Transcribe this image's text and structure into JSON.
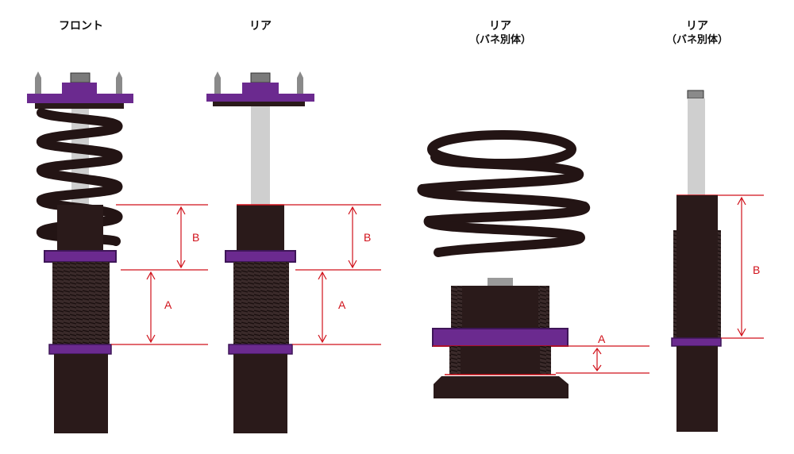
{
  "labels": {
    "front": "フロント",
    "rear": "リア",
    "rear_separate": "リア",
    "rear_separate_sub": "（バネ別体）",
    "rear_separate2": "リア",
    "rear_separate2_sub": "（バネ別体）"
  },
  "dimensions": {
    "a": "A",
    "b": "B"
  },
  "colors": {
    "body": "#2a1a1a",
    "spring": "#231414",
    "purple": "#6b2a8f",
    "purple_dark": "#3e1658",
    "rod": "#cfcfcf",
    "stud": "#8a8a8a",
    "dim_line": "#d0111a"
  }
}
